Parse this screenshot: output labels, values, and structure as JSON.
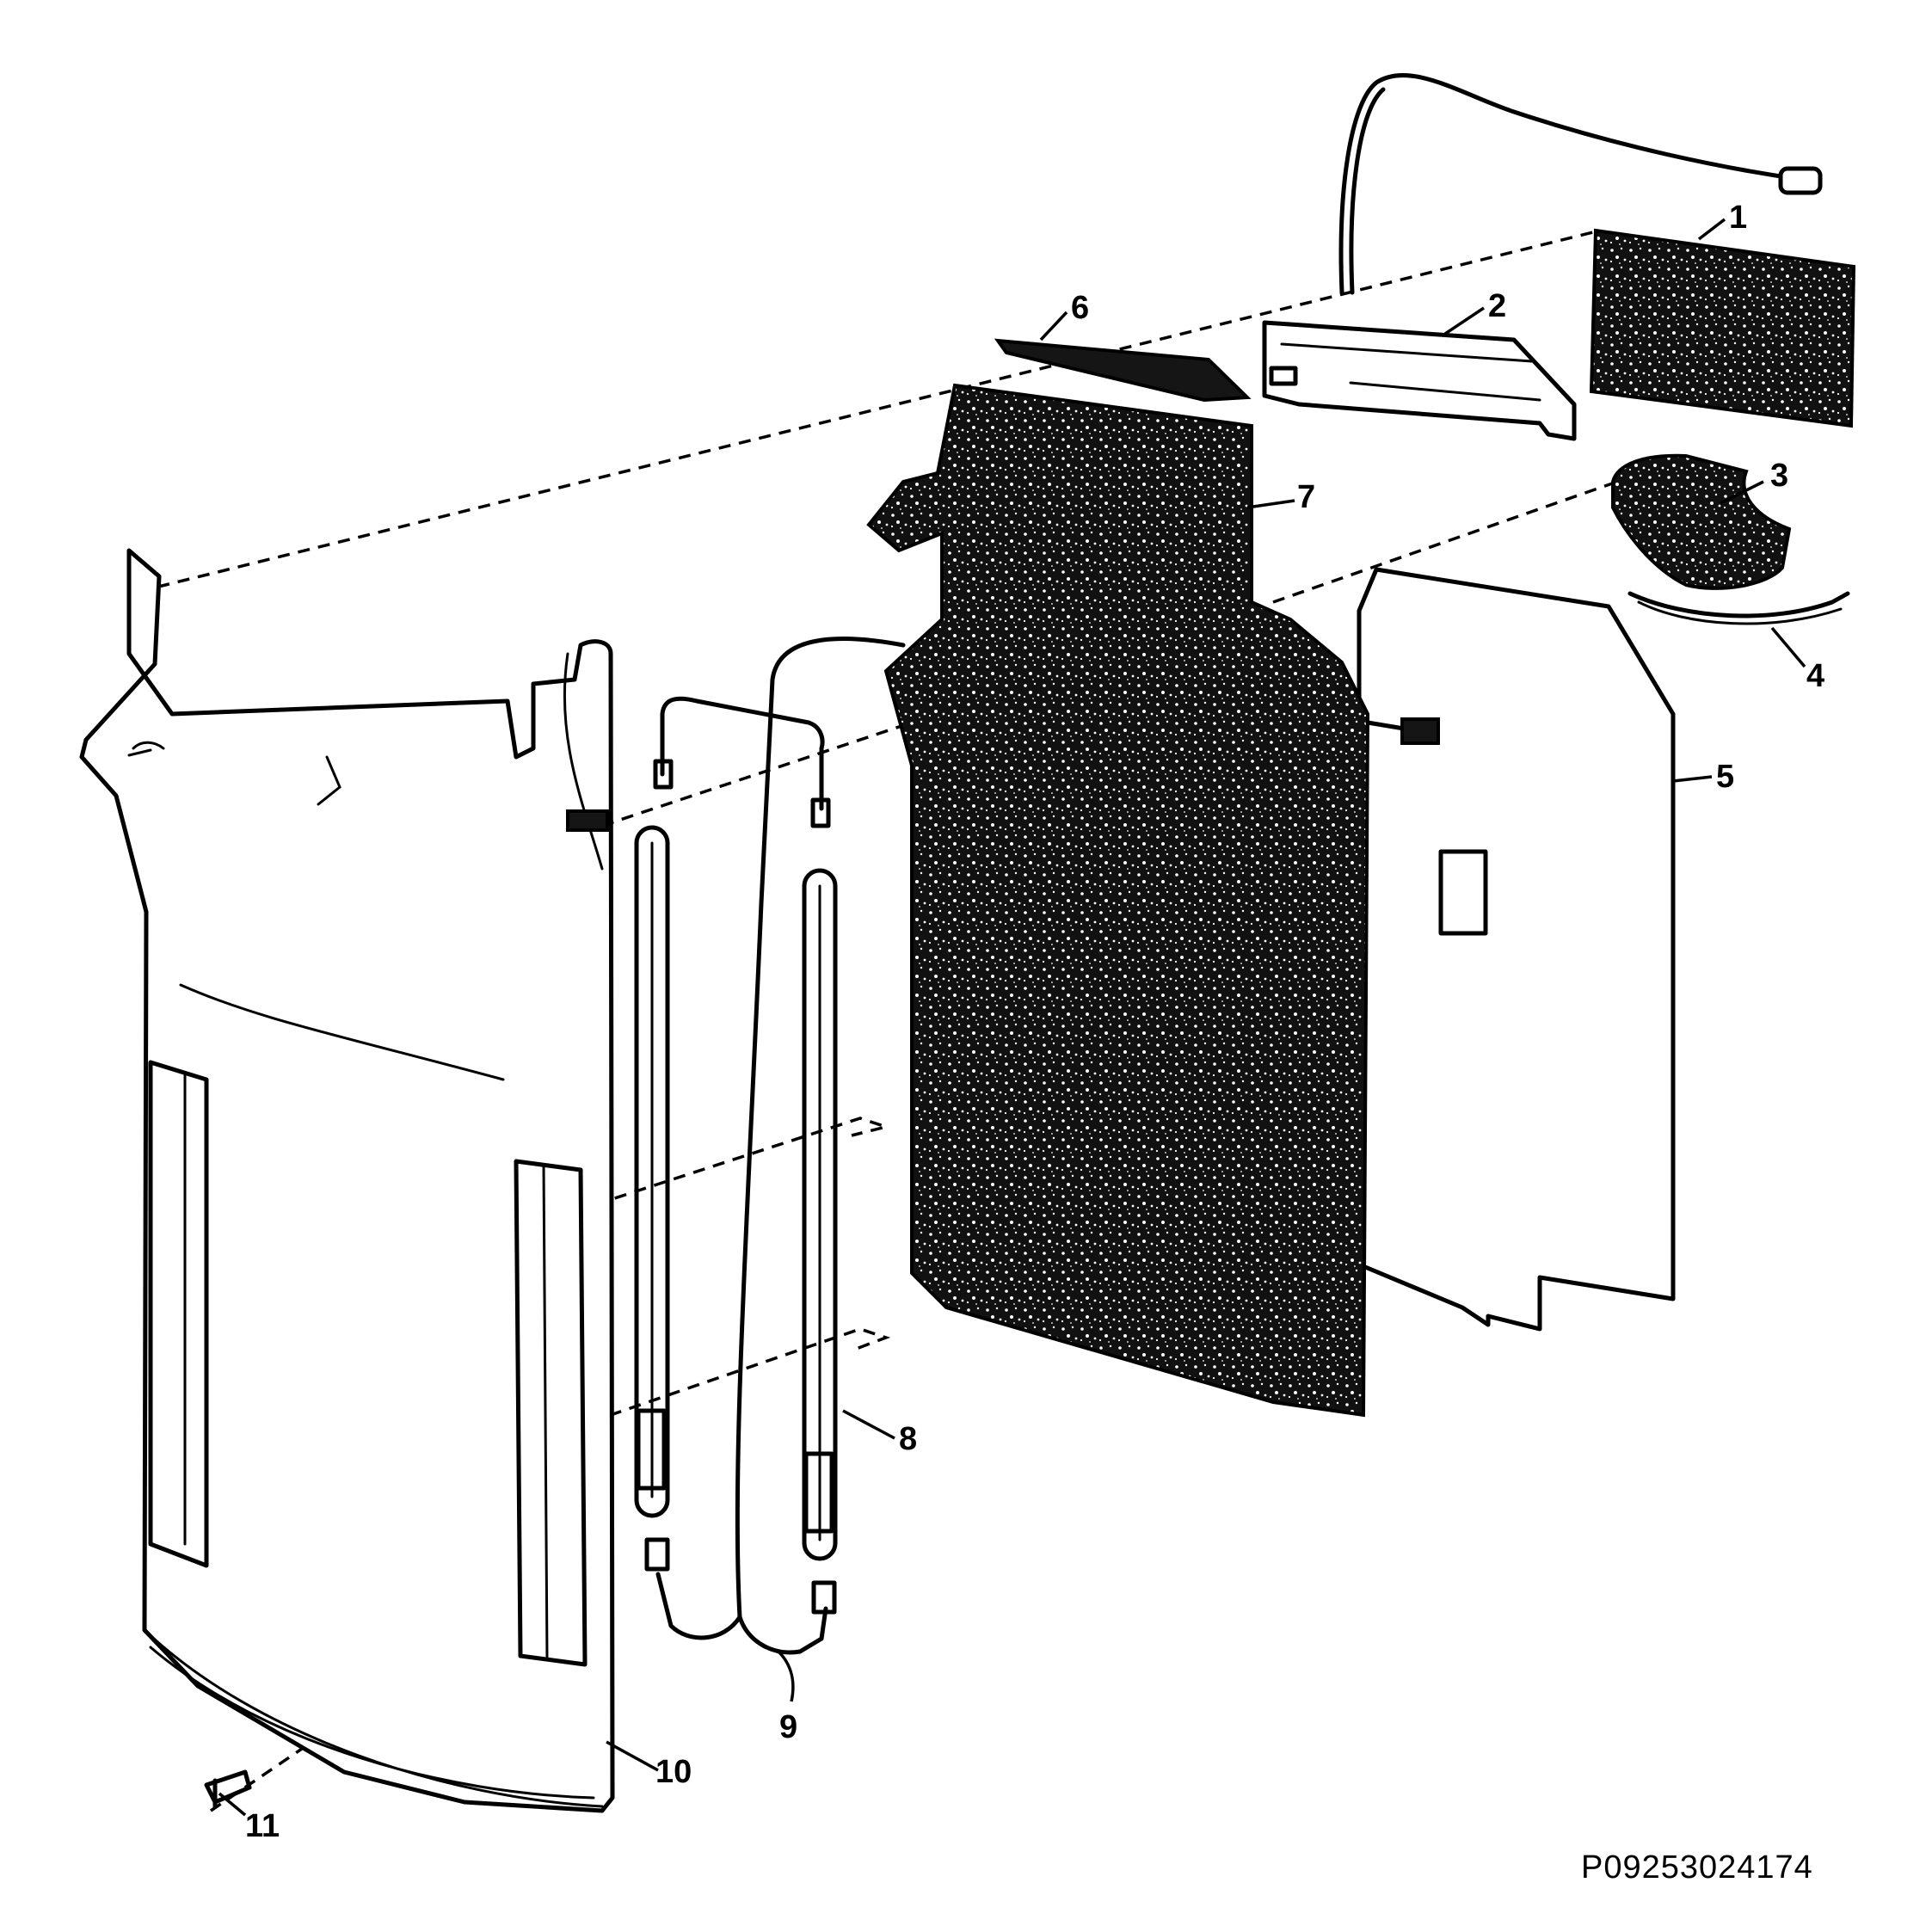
{
  "diagram": {
    "callouts": [
      "1",
      "2",
      "3",
      "4",
      "5",
      "6",
      "7",
      "8",
      "9",
      "10",
      "11"
    ],
    "part_number": "P09253024174"
  }
}
